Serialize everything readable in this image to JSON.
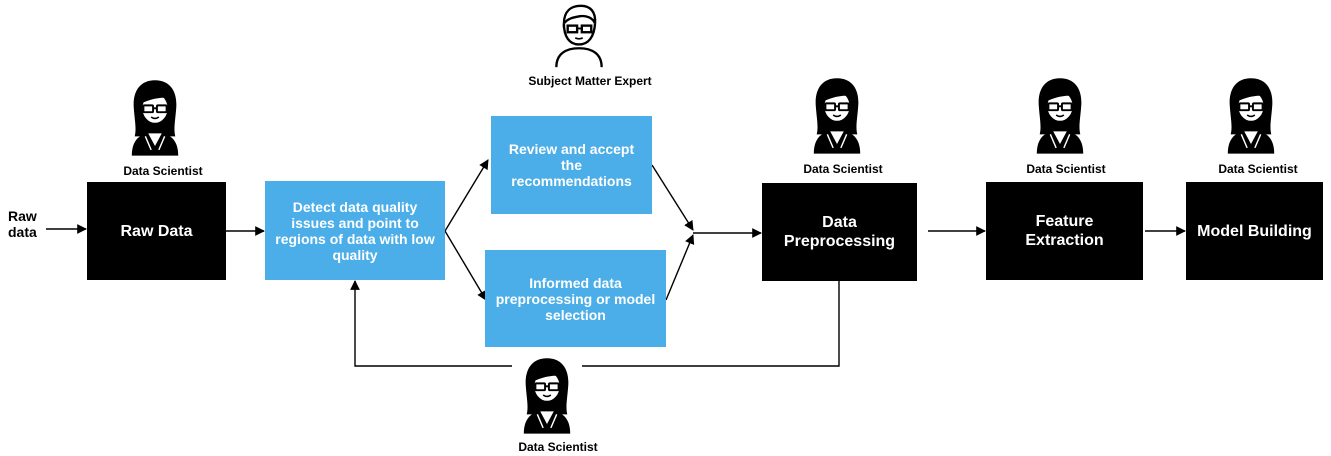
{
  "input_label": "Raw\ndata",
  "boxes": {
    "raw_data": "Raw Data",
    "detect": "Detect data quality issues and point to regions of data with low quality",
    "review": "Review and accept the recommendations",
    "informed": "Informed data preprocessing or model selection",
    "preprocessing": "Data\nPreprocessing",
    "feature": "Feature\nExtraction",
    "model": "Model Building"
  },
  "roles": {
    "ds_raw": "Data Scientist",
    "sme": "Subject Matter Expert",
    "ds_preprocessing": "Data Scientist",
    "ds_feature": "Data Scientist",
    "ds_model": "Data Scientist",
    "ds_bottom": "Data Scientist"
  },
  "colors": {
    "process_box": "#000000",
    "analysis_box": "#4baee8",
    "box_text": "#ffffff",
    "line": "#000000"
  },
  "icons": {
    "data_scientist": "female-scientist-icon",
    "sme": "expert-outline-icon"
  }
}
